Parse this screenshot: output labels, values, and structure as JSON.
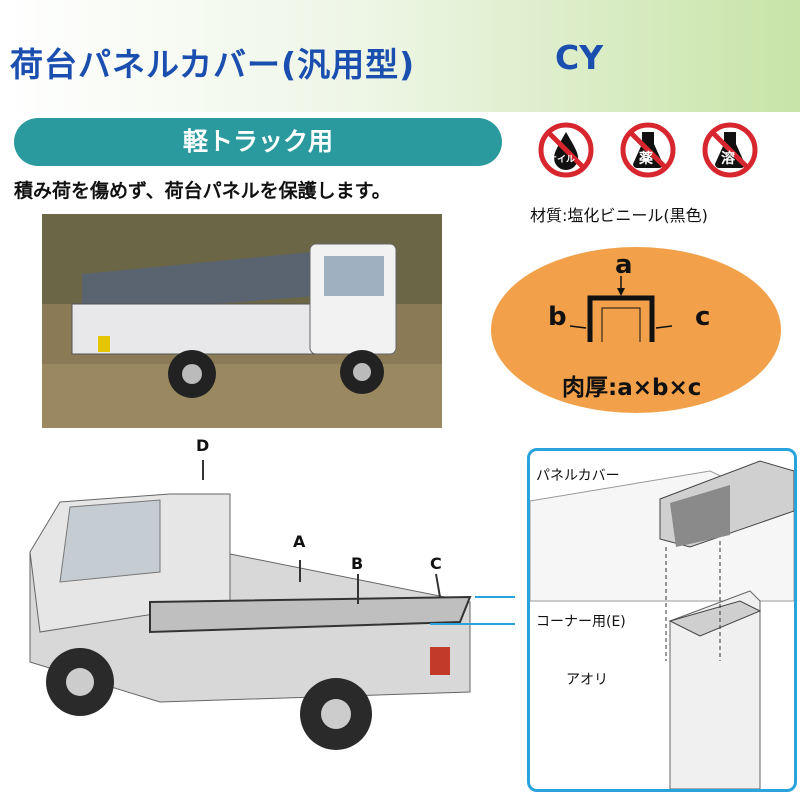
{
  "header": {
    "title": "荷台パネルカバー(汎用型)",
    "model": "CY"
  },
  "subtitle_pill": "軽トラック用",
  "tagline": "積み荷を傷めず、荷台パネルを保護します。",
  "warning_icons": [
    {
      "label": "オイル",
      "icon": "no-oil-icon"
    },
    {
      "label": "薬",
      "icon": "no-chemical-icon"
    },
    {
      "label": "溶",
      "icon": "no-solvent-icon"
    }
  ],
  "material": "材質:塩化ビニール(黒色)",
  "thickness": {
    "a": "a",
    "b": "b",
    "c": "c",
    "caption": "肉厚:a×b×c"
  },
  "diagram_labels": {
    "A": "A",
    "B": "B",
    "C": "C",
    "D": "D"
  },
  "inset": {
    "panel_cover": "パネルカバー",
    "corner": "コーナー用(E)",
    "aori": "アオリ"
  },
  "colors": {
    "title_blue": "#1a4fb0",
    "pill_teal": "#2a9a9e",
    "oval_orange": "#f2a14a",
    "inset_border": "#29a3dc",
    "prohibit_red": "#d7262e"
  }
}
